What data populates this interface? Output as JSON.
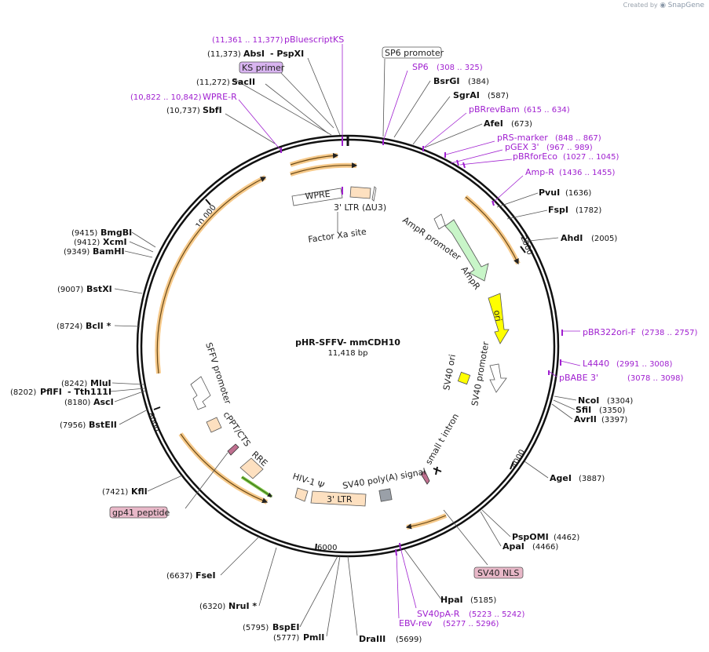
{
  "watermark": {
    "prefix": "Created by",
    "brand": "SnapGene"
  },
  "plasmid": {
    "name": "pHR-SFFV- mmCDH10",
    "size_label": "11,418 bp"
  },
  "ticks": [
    {
      "label": "2000"
    },
    {
      "label": "4000"
    },
    {
      "label": "6000"
    },
    {
      "label": "8000"
    },
    {
      "label": "10,000"
    }
  ],
  "sites": [
    {
      "name": "AbsI",
      "pos": "(11,373)"
    },
    {
      "name": "- PspXI",
      "pos": ""
    },
    {
      "name": "SacII",
      "pos": "(11,272)"
    },
    {
      "name": "SbfI",
      "pos": "(10,737)"
    },
    {
      "name": "BsrGI",
      "pos": "(384)"
    },
    {
      "name": "SgrAI",
      "pos": "(587)"
    },
    {
      "name": "AfeI",
      "pos": "(673)"
    },
    {
      "name": "PvuI",
      "pos": "(1636)"
    },
    {
      "name": "FspI",
      "pos": "(1782)"
    },
    {
      "name": "AhdI",
      "pos": "(2005)"
    },
    {
      "name": "NcoI",
      "pos": "(3304)"
    },
    {
      "name": "SfiI",
      "pos": "(3350)"
    },
    {
      "name": "AvrII",
      "pos": "(3397)"
    },
    {
      "name": "AgeI",
      "pos": "(3887)"
    },
    {
      "name": "PspOMI",
      "pos": "(4462)"
    },
    {
      "name": "ApaI",
      "pos": "(4466)"
    },
    {
      "name": "HpaI",
      "pos": "(5185)"
    },
    {
      "name": "DraIII",
      "pos": "(5699)"
    },
    {
      "name": "PmlI",
      "pos": "(5777)"
    },
    {
      "name": "BspEI",
      "pos": "(5795)"
    },
    {
      "name": "NruI *",
      "pos": "(6320)"
    },
    {
      "name": "FseI",
      "pos": "(6637)"
    },
    {
      "name": "KflI",
      "pos": "(7421)"
    },
    {
      "name": "BstEII",
      "pos": "(7956)"
    },
    {
      "name": "AscI",
      "pos": "(8180)"
    },
    {
      "name": "- Tth111I",
      "pos": ""
    },
    {
      "name": "PflFI",
      "pos": "(8202)"
    },
    {
      "name": "MluI",
      "pos": "(8242)"
    },
    {
      "name": "BclI *",
      "pos": "(8724)"
    },
    {
      "name": "BstXI",
      "pos": "(9007)"
    },
    {
      "name": "BamHI",
      "pos": "(9349)"
    },
    {
      "name": "XcmI",
      "pos": "(9412)"
    },
    {
      "name": "BmgBI",
      "pos": "(9415)"
    }
  ],
  "primers": [
    {
      "name": "pBluescriptKS",
      "pos": "(11,361 .. 11,377)"
    },
    {
      "name": "WPRE-R",
      "pos": "(10,822 .. 10,842)"
    },
    {
      "name": "SP6",
      "pos": "(308 .. 325)"
    },
    {
      "name": "pBRrevBam",
      "pos": "(615 .. 634)"
    },
    {
      "name": "pRS-marker",
      "pos": "(848 .. 867)"
    },
    {
      "name": "pGEX 3'",
      "pos": "(967 .. 989)"
    },
    {
      "name": "pBRforEco",
      "pos": "(1027 .. 1045)"
    },
    {
      "name": "Amp-R",
      "pos": "(1436 .. 1455)"
    },
    {
      "name": "pBR322ori-F",
      "pos": "(2738 .. 2757)"
    },
    {
      "name": "L4440",
      "pos": "(2991 .. 3008)"
    },
    {
      "name": "pBABE 3'",
      "pos": "(3078 .. 3098)"
    },
    {
      "name": "SV40pA-R",
      "pos": "(5223 .. 5242)"
    },
    {
      "name": "EBV-rev",
      "pos": "(5277 .. 5296)"
    }
  ],
  "boxed_labels": [
    {
      "name": "KS primer",
      "color": "#d8b4f0"
    },
    {
      "name": "SP6 promoter",
      "color": "#ffffff"
    },
    {
      "name": "SV40 NLS",
      "color": "#e8b8c8"
    },
    {
      "name": "gp41 peptide",
      "color": "#e8b8c8"
    }
  ],
  "features": [
    {
      "name": "WPRE"
    },
    {
      "name": "3' LTR (ΔU3)"
    },
    {
      "name": "Factor Xa site"
    },
    {
      "name": "AmpR promoter"
    },
    {
      "name": "AmpR"
    },
    {
      "name": "ori"
    },
    {
      "name": "SV40 ori"
    },
    {
      "name": "SV40 promoter"
    },
    {
      "name": "small t intron"
    },
    {
      "name": "SV40 poly(A) signal"
    },
    {
      "name": "HIV-1 Ψ"
    },
    {
      "name": "3' LTR"
    },
    {
      "name": "RRE"
    },
    {
      "name": "cPPT/CTS"
    },
    {
      "name": "SFFV promoter"
    }
  ],
  "colors": {
    "primer": "#a020d0",
    "ampr": "#c8f5c8",
    "ori": "#ffff00",
    "ltr": "#fde0c0",
    "orf_arrow": "#f0a030",
    "backbone": "#111111"
  }
}
